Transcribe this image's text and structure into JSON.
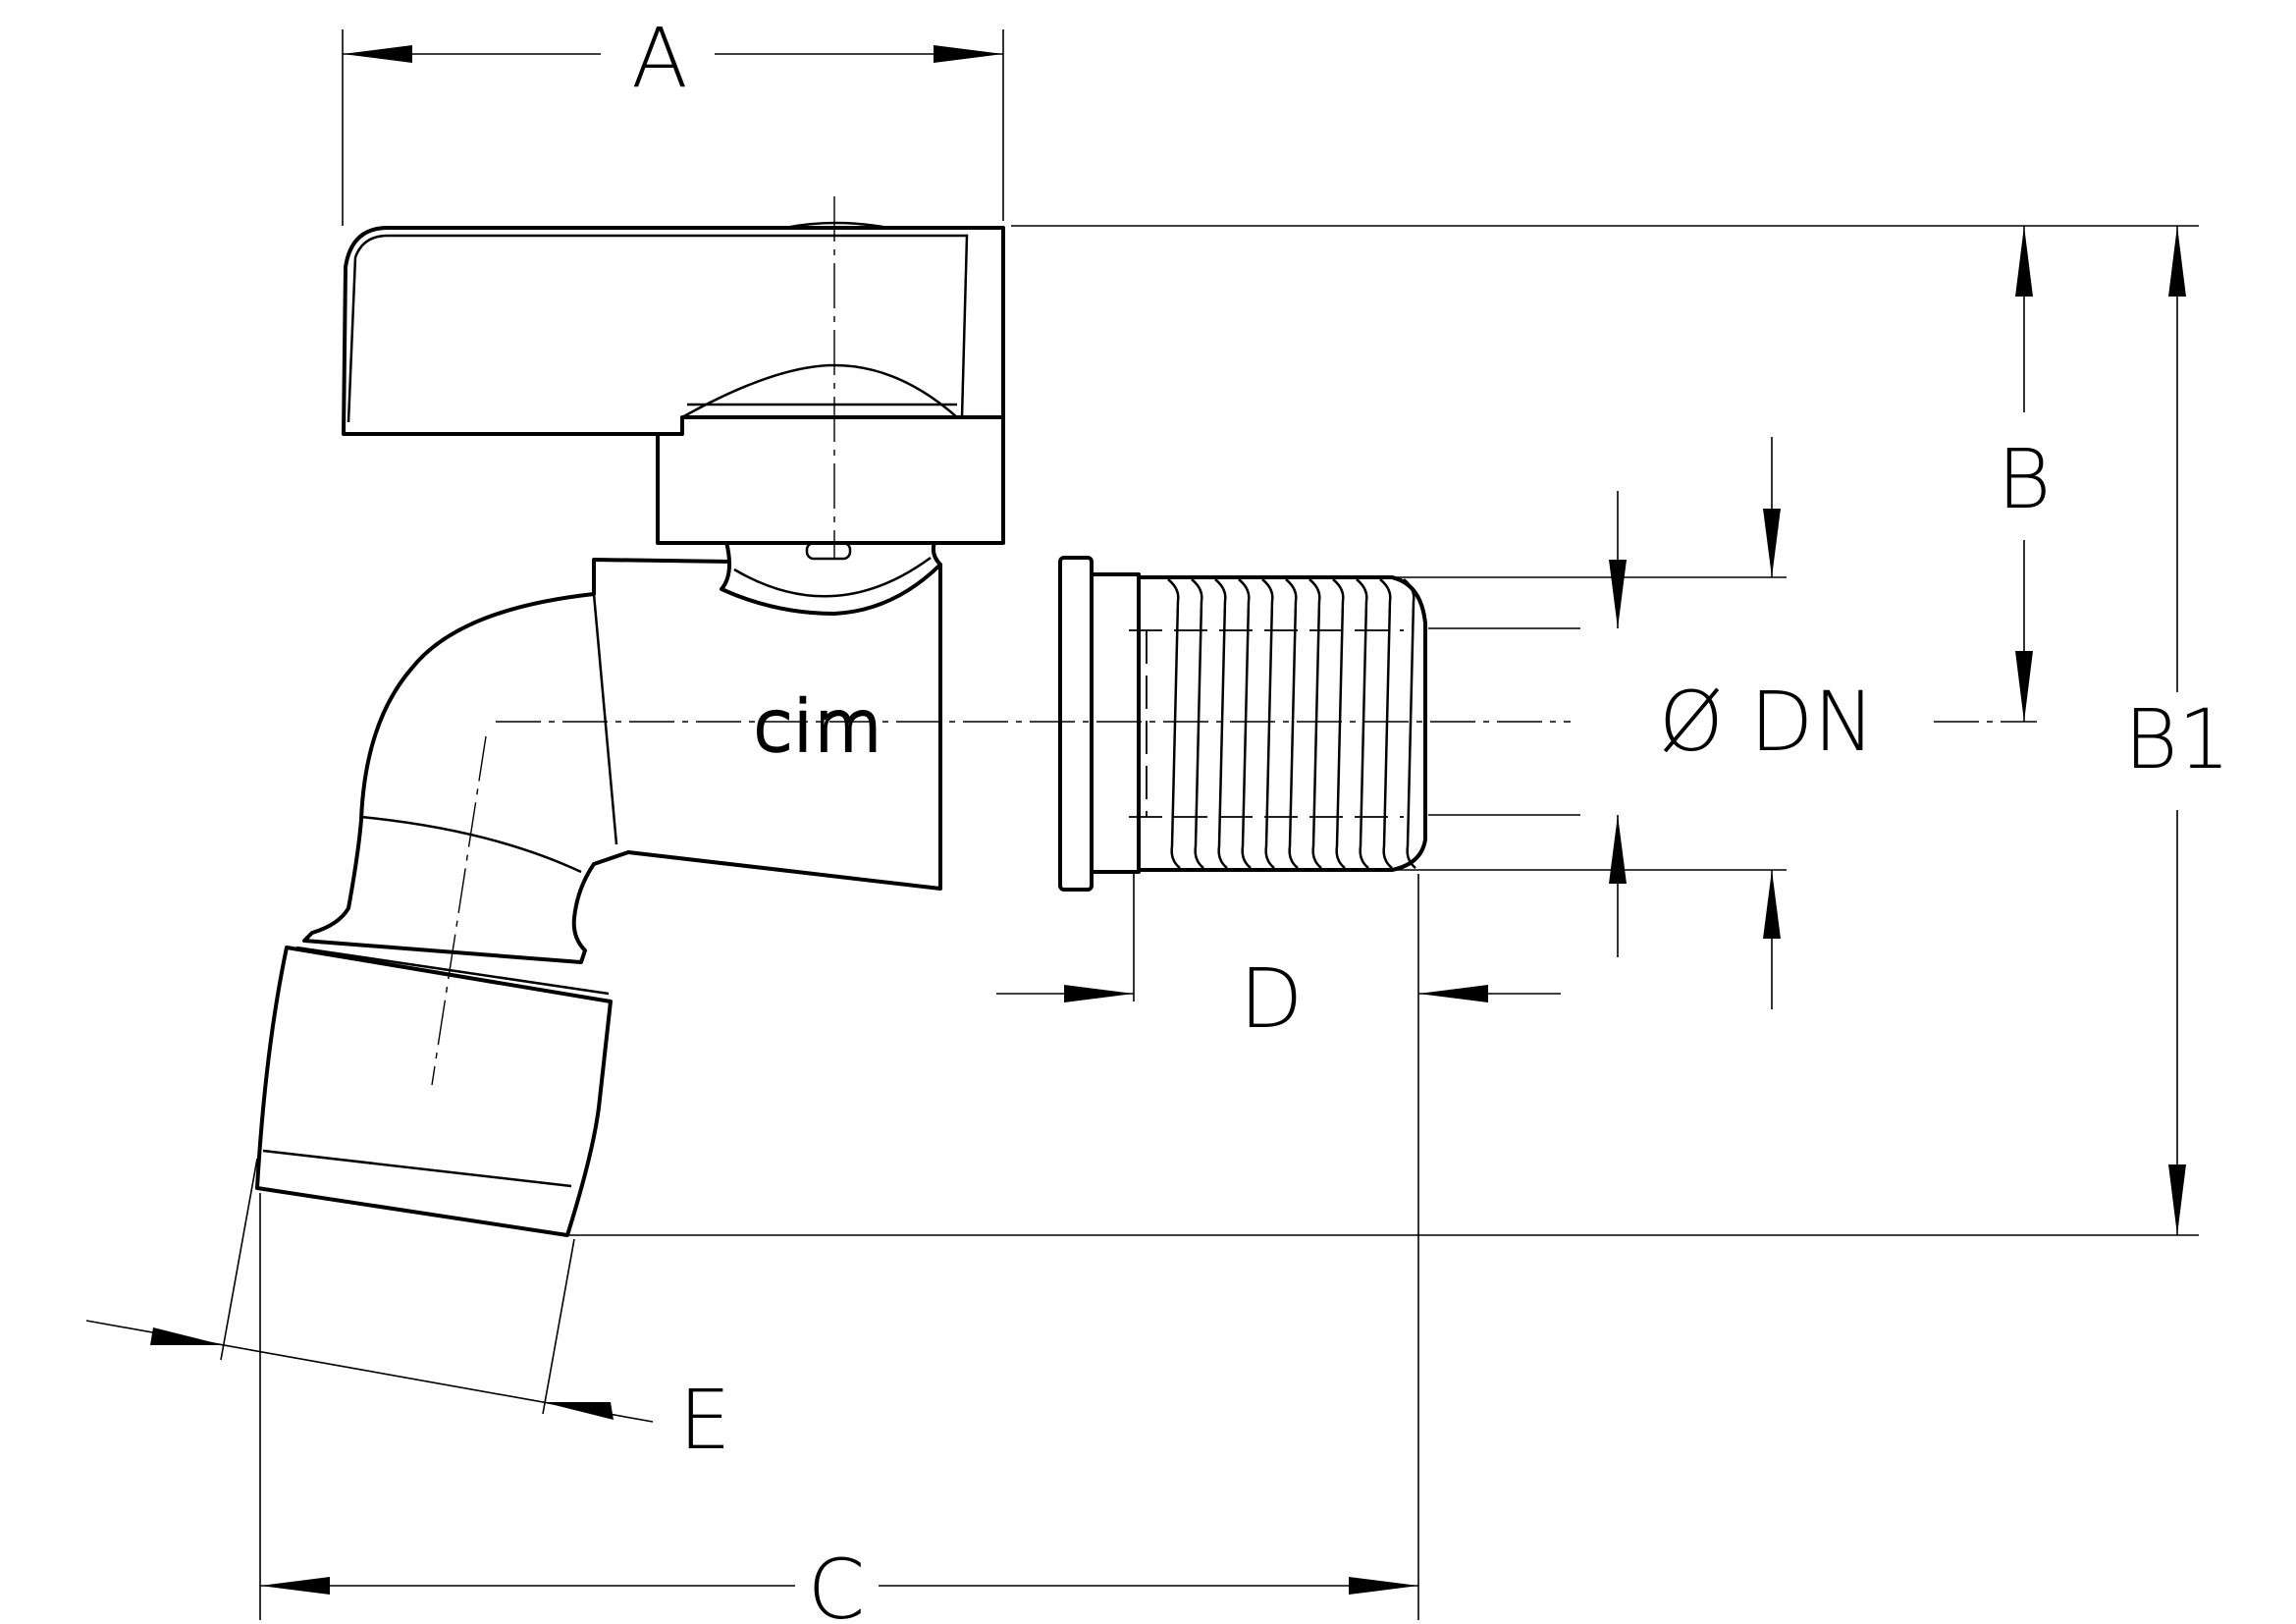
{
  "drawing": {
    "brand_logo": "cim",
    "dimension_labels": {
      "a": "A",
      "b": "B",
      "b1": "B1",
      "c": "C",
      "d": "D",
      "e": "E",
      "dn": "Ø DN"
    }
  }
}
